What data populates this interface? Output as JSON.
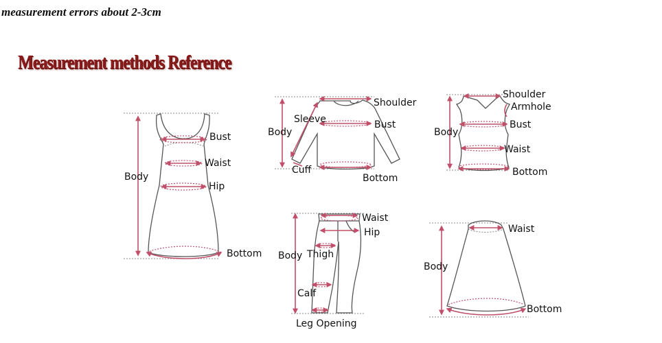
{
  "note": "measurement errors about 2-3cm",
  "reference_title": "Measurement methods Reference",
  "dress": {
    "body": "Body",
    "bust": "Bust",
    "waist": "Waist",
    "hip": "Hip",
    "bottom": "Bottom"
  },
  "shirt": {
    "shoulder": "Shoulder",
    "sleeve": "Sleeve",
    "body": "Body",
    "bust": "Bust",
    "cuff": "Cuff",
    "bottom": "Bottom"
  },
  "vest": {
    "shoulder": "Shoulder",
    "armhole": "Armhole",
    "body": "Body",
    "bust": "Bust",
    "waist": "Waist",
    "bottom": "Bottom"
  },
  "pants": {
    "waist": "Waist",
    "hip": "Hip",
    "body": "Body",
    "thigh": "Thigh",
    "calf": "Calf",
    "leg_opening": "Leg Opening"
  },
  "skirt": {
    "waist": "Waist",
    "body": "Body",
    "bottom": "Bottom"
  },
  "colors": {
    "measure_line": "#c0506a",
    "garment_outline": "#555555",
    "title": "#8b1a1a"
  }
}
